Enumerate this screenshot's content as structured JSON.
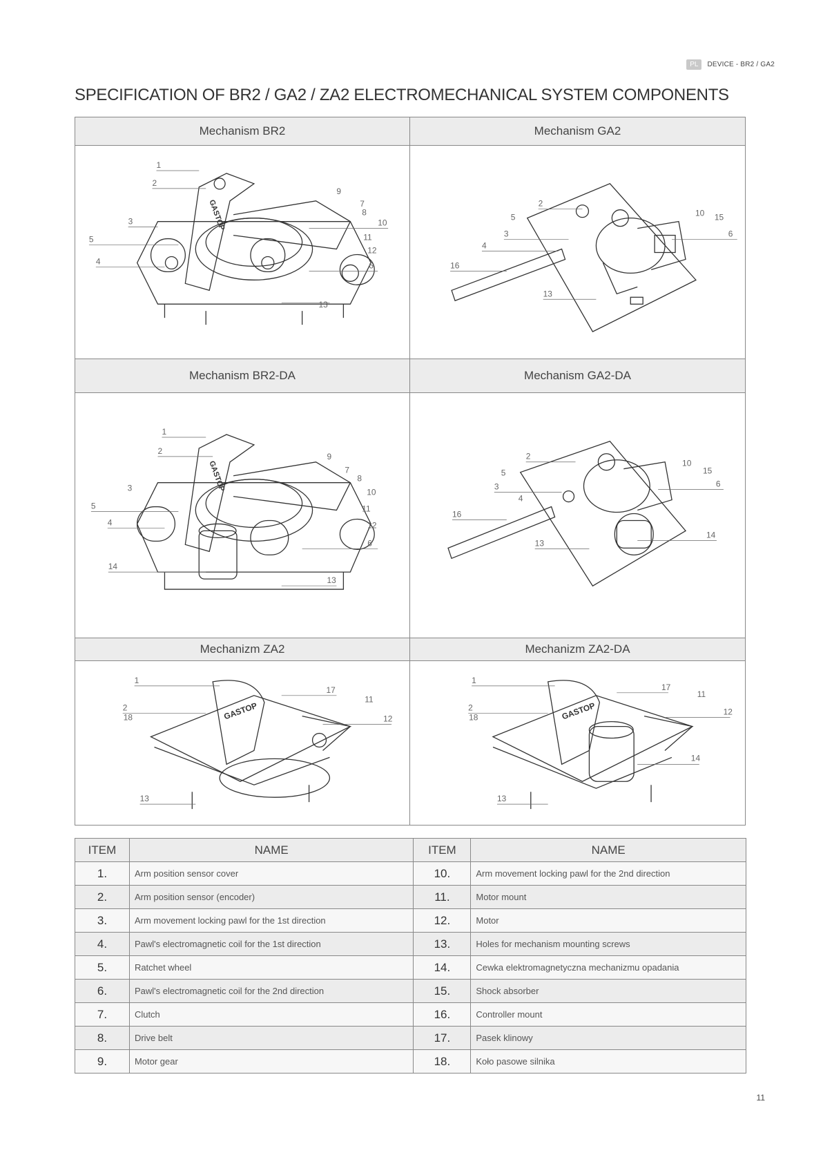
{
  "header": {
    "lang_badge": "PL",
    "doc_label": "DEVICE - BR2 / GA2"
  },
  "title": "SPECIFICATION OF BR2 / GA2 / ZA2 ELECTROMECHANICAL SYSTEM COMPONENTS",
  "mechanisms": {
    "br2": {
      "title": "Mechanism BR2",
      "callouts": [
        "1",
        "2",
        "3",
        "4",
        "5",
        "6",
        "7",
        "8",
        "9",
        "10",
        "11",
        "12",
        "13"
      ]
    },
    "ga2": {
      "title": "Mechanism GA2",
      "callouts": [
        "2",
        "3",
        "4",
        "5",
        "6",
        "10",
        "13",
        "15",
        "16"
      ]
    },
    "br2da": {
      "title": "Mechanism BR2-DA",
      "callouts": [
        "1",
        "2",
        "3",
        "4",
        "5",
        "6",
        "7",
        "8",
        "9",
        "10",
        "11",
        "12",
        "13",
        "14"
      ]
    },
    "ga2da": {
      "title": "Mechanism GA2-DA",
      "callouts": [
        "2",
        "3",
        "4",
        "5",
        "6",
        "10",
        "13",
        "14",
        "15",
        "16"
      ]
    },
    "za2": {
      "title": "Mechanizm ZA2",
      "callouts": [
        "1",
        "2",
        "11",
        "12",
        "13",
        "17",
        "18"
      ]
    },
    "za2da": {
      "title": "Mechanizm ZA2-DA",
      "callouts": [
        "1",
        "2",
        "11",
        "12",
        "13",
        "14",
        "17",
        "18"
      ]
    },
    "logo_text": "GASTOP"
  },
  "parts_table": {
    "col_item": "ITEM",
    "col_name": "NAME",
    "rows": [
      {
        "left_item": "1.",
        "left_name": "Arm position sensor cover",
        "right_item": "10.",
        "right_name": "Arm movement locking pawl for the 2nd direction"
      },
      {
        "left_item": "2.",
        "left_name": "Arm position sensor (encoder)",
        "right_item": "11.",
        "right_name": "Motor mount"
      },
      {
        "left_item": "3.",
        "left_name": "Arm movement locking pawl for the 1st direction",
        "right_item": "12.",
        "right_name": "Motor"
      },
      {
        "left_item": "4.",
        "left_name": "Pawl's electromagnetic coil for the 1st direction",
        "right_item": "13.",
        "right_name": "Holes for mechanism mounting screws"
      },
      {
        "left_item": "5.",
        "left_name": "Ratchet wheel",
        "right_item": "14.",
        "right_name": "Cewka elektromagnetyczna mechanizmu opadania"
      },
      {
        "left_item": "6.",
        "left_name": "Pawl's electromagnetic coil for the 2nd direction",
        "right_item": "15.",
        "right_name": "Shock absorber"
      },
      {
        "left_item": "7.",
        "left_name": "Clutch",
        "right_item": "16.",
        "right_name": "Controller mount"
      },
      {
        "left_item": "8.",
        "left_name": "Drive belt",
        "right_item": "17.",
        "right_name": "Pasek klinowy"
      },
      {
        "left_item": "9.",
        "left_name": "Motor gear",
        "right_item": "18.",
        "right_name": "Koło pasowe silnika"
      }
    ]
  },
  "page_number": "11"
}
